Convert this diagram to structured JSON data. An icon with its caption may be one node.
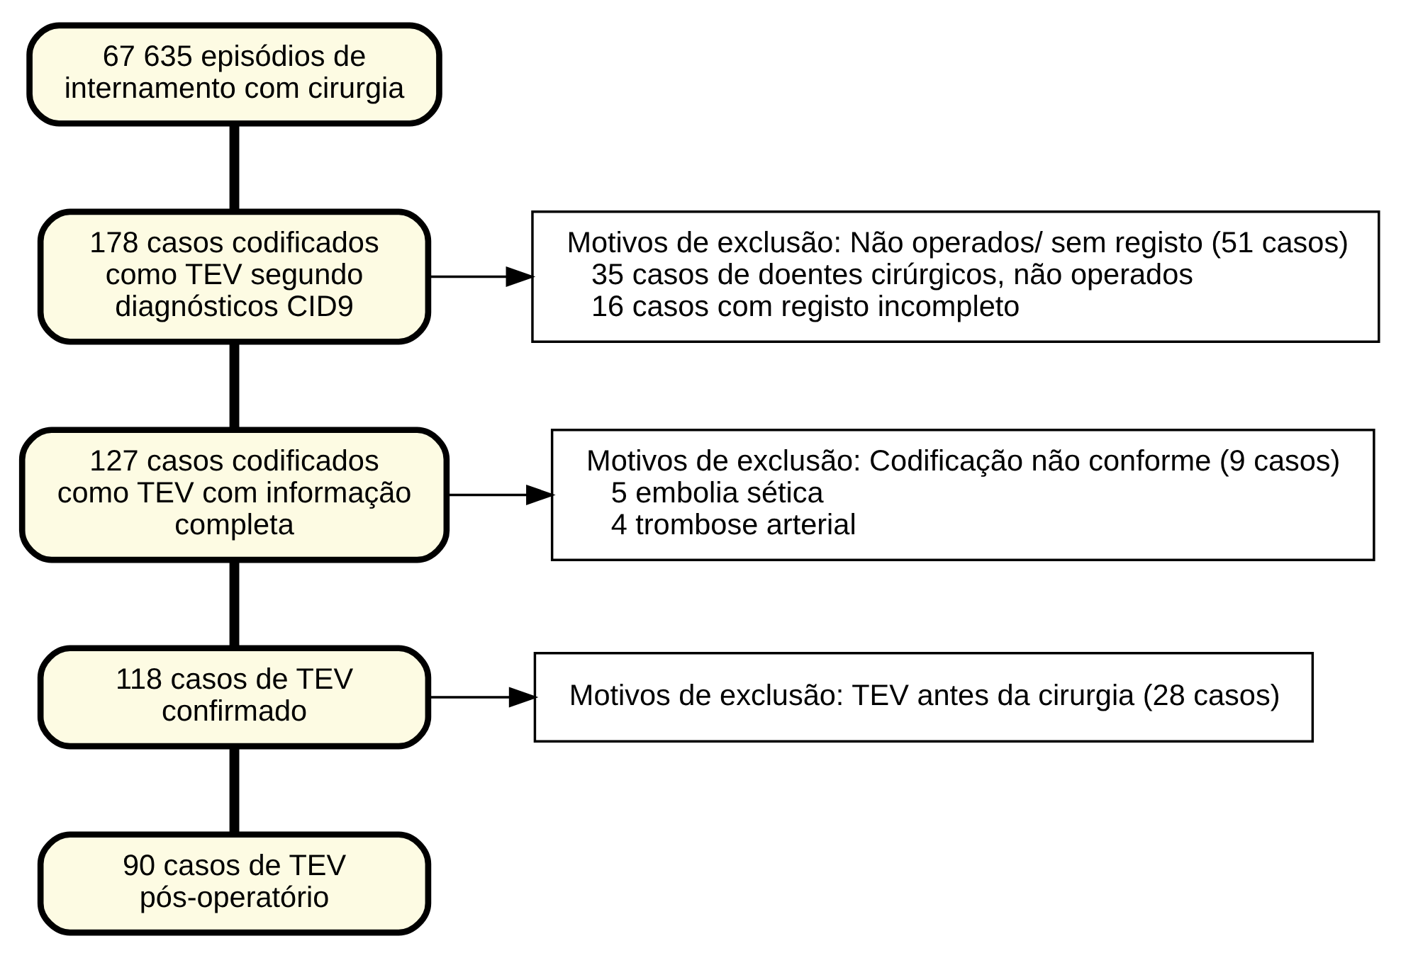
{
  "diagram": {
    "nodes": [
      {
        "text": [
          "67 635 episódios de internamento com cirurgia"
        ]
      },
      {
        "text": [
          "178 casos codificados como TEV segundo diagnósticos CID9"
        ]
      },
      {
        "text": [
          "127 casos codificados como TEV com informação completa"
        ]
      },
      {
        "text": [
          "118 casos de TEV confirmado"
        ]
      },
      {
        "text": [
          "90 casos de TEV pós-operatório"
        ]
      },
      {
        "text": [
          "Motivos de exclusão: Não operados/ sem registo (51 casos)",
          "35 casos de doentes cirúrgicos, não operados",
          "16 casos com registo incompleto"
        ]
      },
      {
        "text": [
          "Motivos de exclusão: Codificação não conforme (9 casos)",
          "5 embolia sética",
          "4 trombose arterial"
        ]
      },
      {
        "text": [
          "Motivos de exclusão: TEV antes da cirurgia (28 casos)"
        ]
      }
    ],
    "edges": [
      {
        "from": 0,
        "to": 1,
        "arrow": "none"
      },
      {
        "from": 1,
        "to": 2,
        "arrow": "none"
      },
      {
        "from": 2,
        "to": 3,
        "arrow": "none"
      },
      {
        "from": 3,
        "to": 4,
        "arrow": "none"
      },
      {
        "from": 1,
        "to": 5,
        "arrow": "to"
      },
      {
        "from": 2,
        "to": 6,
        "arrow": "to"
      },
      {
        "from": 3,
        "to": 7,
        "arrow": "to"
      }
    ]
  }
}
